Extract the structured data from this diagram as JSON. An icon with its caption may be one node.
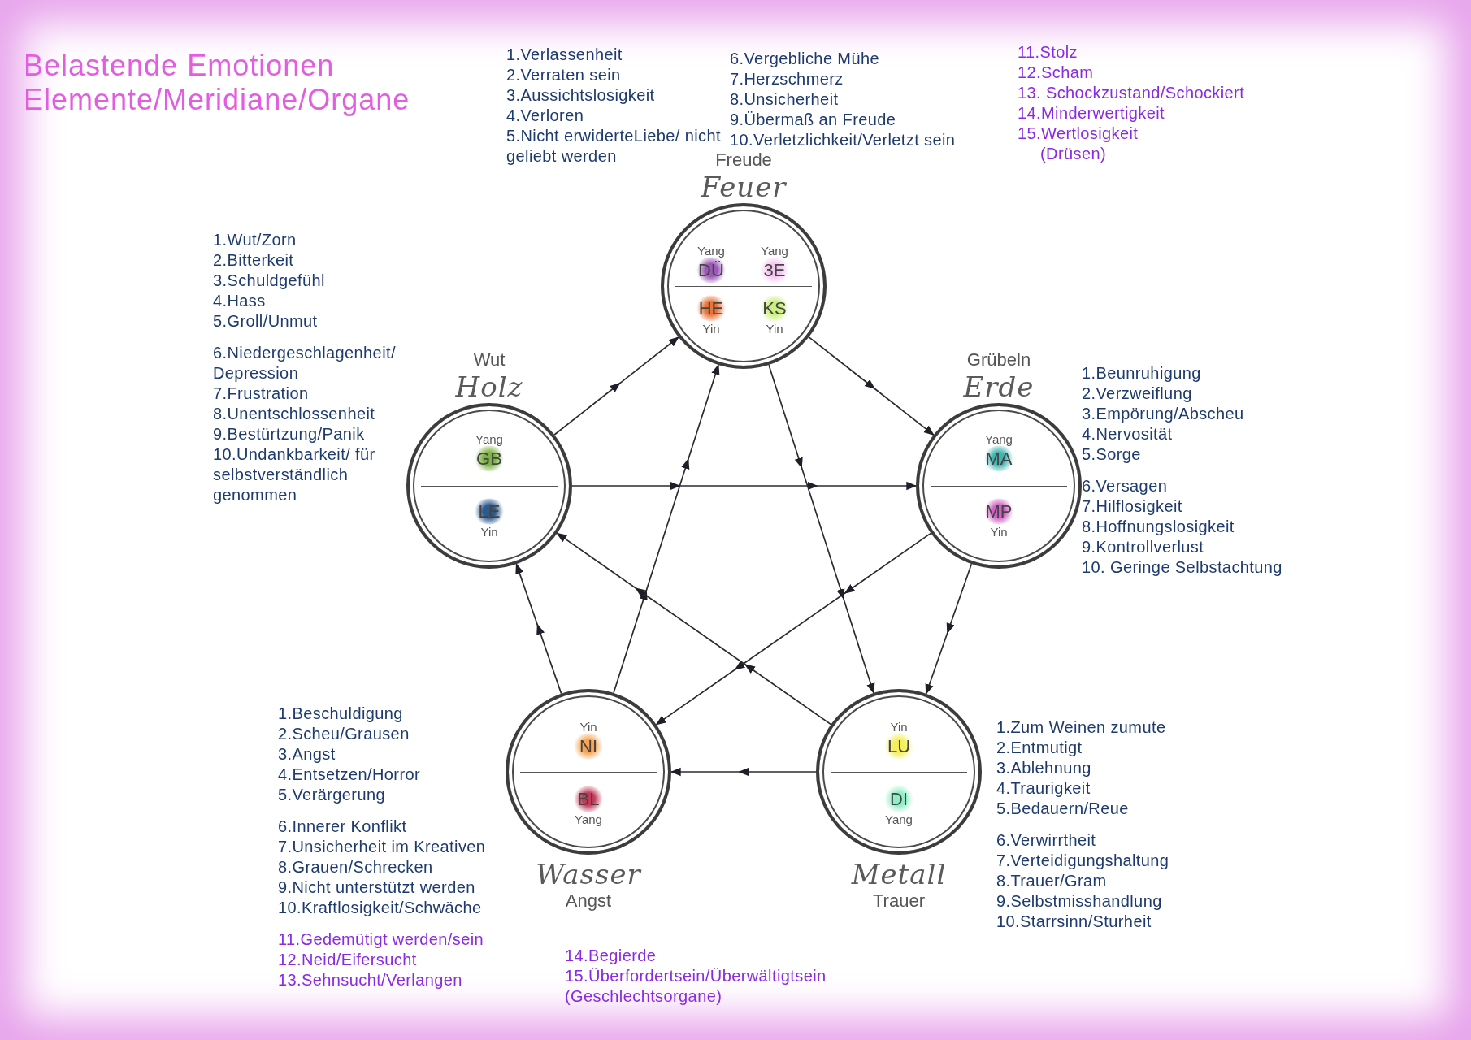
{
  "diagram": {
    "title": "Belastende Emotionen Elemente/Meridiane/Organe",
    "nodes": [
      {
        "text": [
          "Freude",
          "Feuer"
        ],
        "beside": [
          "1.Verlassenheit",
          "2.Verraten sein",
          "3.Aussichtslosigkeit",
          "4.Verloren",
          "5.Nicht erwiderteLiebe/ nicht geliebt werden",
          "6.Vergebliche Mühe",
          "7.Herzschmerz",
          "8.Unsicherheit",
          "9.Übermaß an Freude",
          "10.Verletzlichkeit/Verletzt sein",
          "11.Stolz",
          "12.Scham",
          "13. Schockzustand/Schockiert",
          "14.Minderwertigkeit",
          "15.Wertlosigkeit",
          "(Drüsen)"
        ]
      },
      {
        "text": [
          "Yang",
          "DÜ"
        ],
        "in": 0
      },
      {
        "text": [
          "Yang",
          "3E"
        ],
        "in": 0
      },
      {
        "text": [
          "HE",
          "Yin"
        ],
        "in": 0
      },
      {
        "text": [
          "KS",
          "Yin"
        ],
        "in": 0
      },
      {
        "text": [
          "Wut",
          "Holz"
        ],
        "beside": [
          "1.Wut/Zorn",
          "2.Bitterkeit",
          "3.Schuldgefühl",
          "4.Hass",
          "5.Groll/Unmut",
          "6.Niedergeschlagenheit/ Depression",
          "7.Frustration",
          "8.Unentschlossenheit",
          "9.Bestürtzung/Panik",
          "10.Undankbarkeit/ für selbstverständlich genommen"
        ]
      },
      {
        "text": [
          "Yang",
          "GB"
        ],
        "in": 5
      },
      {
        "text": [
          "LE",
          "Yin"
        ],
        "in": 5
      },
      {
        "text": [
          "Grübeln",
          "Erde"
        ],
        "beside": [
          "1.Beunruhigung",
          "2.Verzweiflung",
          "3.Empörung/Abscheu",
          "4.Nervosität",
          "5.Sorge",
          "6.Versagen",
          "7.Hilflosigkeit",
          "8.Hoffnungslosigkeit",
          "9.Kontrollverlust",
          "10. Geringe Selbstachtung"
        ]
      },
      {
        "text": [
          "Yang",
          "MA"
        ],
        "in": 8
      },
      {
        "text": [
          "MP",
          "Yin"
        ],
        "in": 8
      },
      {
        "text": [
          "Wasser",
          "Angst"
        ],
        "beside": [
          "1.Beschuldigung",
          "2.Scheu/Grausen",
          "3.Angst",
          "4.Entsetzen/Horror",
          "5.Verärgerung",
          "6.Innerer Konflikt",
          "7.Unsicherheit im Kreativen",
          "8.Grauen/Schrecken",
          "9.Nicht unterstützt werden",
          "10.Kraftlosigkeit/Schwäche",
          "11.Gedemütigt werden/sein",
          "12.Neid/Eifersucht",
          "13.Sehnsucht/Verlangen",
          "14.Begierde",
          "15.Überfordertsein/Überwältigtsein",
          "(Geschlechtsorgane)"
        ]
      },
      {
        "text": [
          "Yin",
          "NI"
        ],
        "in": 11
      },
      {
        "text": [
          "BL",
          "Yang"
        ],
        "in": 11
      },
      {
        "text": [
          "Metall",
          "Trauer"
        ],
        "beside": [
          "1.Zum Weinen zumute",
          "2.Entmutigt",
          "3.Ablehnung",
          "4.Traurigkeit",
          "5.Bedauern/Reue",
          "6.Verwirrtheit",
          "7.Verteidigungshaltung",
          "8.Trauer/Gram",
          "9.Selbstmisshandlung",
          "10.Starrsinn/Sturheit"
        ]
      },
      {
        "text": [
          "Yin",
          "LU"
        ],
        "in": 14
      },
      {
        "text": [
          "DI",
          "Yang"
        ],
        "in": 14
      }
    ],
    "edges": [
      {
        "from": 5,
        "to": 0,
        "arrow": "to"
      },
      {
        "from": 0,
        "to": 8,
        "arrow": "to"
      },
      {
        "from": 8,
        "to": 14,
        "arrow": "to"
      },
      {
        "from": 14,
        "to": 11,
        "arrow": "to"
      },
      {
        "from": 11,
        "to": 5,
        "arrow": "to"
      },
      {
        "from": 5,
        "to": 8,
        "arrow": "to"
      },
      {
        "from": 8,
        "to": 11,
        "arrow": "to"
      },
      {
        "from": 11,
        "to": 0,
        "arrow": "to"
      },
      {
        "from": 0,
        "to": 14,
        "arrow": "to"
      },
      {
        "from": 14,
        "to": 5,
        "arrow": "to"
      }
    ]
  }
}
